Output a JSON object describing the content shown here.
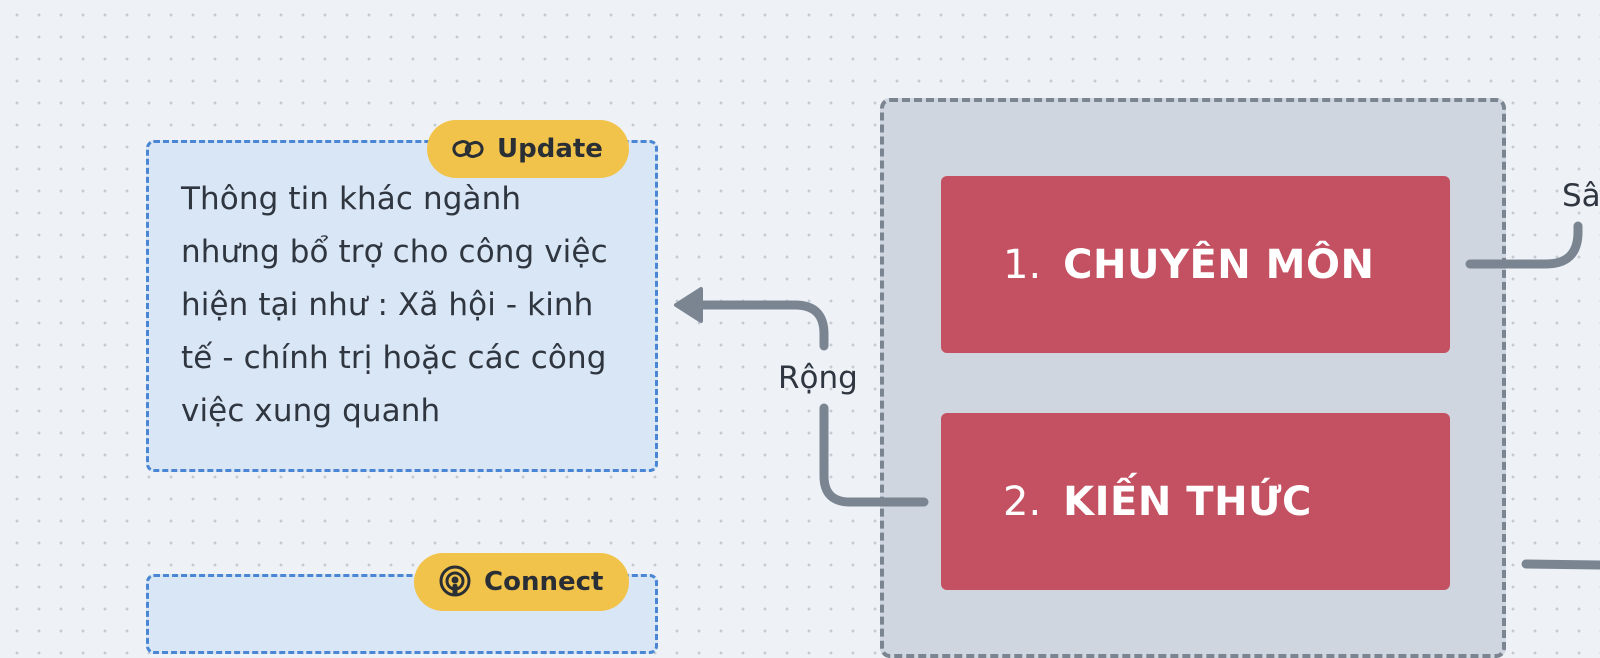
{
  "notes": {
    "update": {
      "badge": "Update",
      "badge_icon": "link-icon",
      "text": "Thông tin khác ngành nhưng bổ trợ cho công việc hiện tại như : Xã hội - kinh tế - chính trị hoặc các công việc xung quanh"
    },
    "connect": {
      "badge": "Connect",
      "badge_icon": "podcast-icon"
    }
  },
  "blocks": [
    {
      "num": "1.",
      "title": "CHUYÊN MÔN"
    },
    {
      "num": "2.",
      "title": "KIẾN THỨC"
    }
  ],
  "edges": {
    "rong": "Rộng",
    "sau": "Sâ"
  },
  "colors": {
    "canvas": "#eef2f6",
    "note_fill": "#d9e6f5",
    "note_border": "#4a86d4",
    "badge": "#f2c34a",
    "block": "#c45161",
    "group_fill": "#cfd6df",
    "connector": "#7b8592"
  }
}
